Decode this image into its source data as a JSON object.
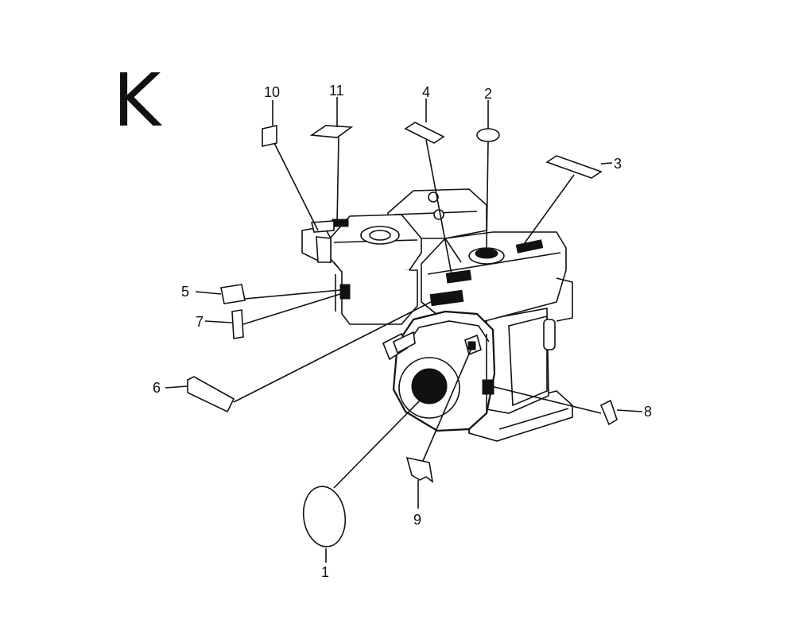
{
  "diagram": {
    "section_letter": "K",
    "callouts": [
      "1",
      "2",
      "3",
      "4",
      "5",
      "6",
      "7",
      "8",
      "9",
      "10",
      "11"
    ]
  }
}
